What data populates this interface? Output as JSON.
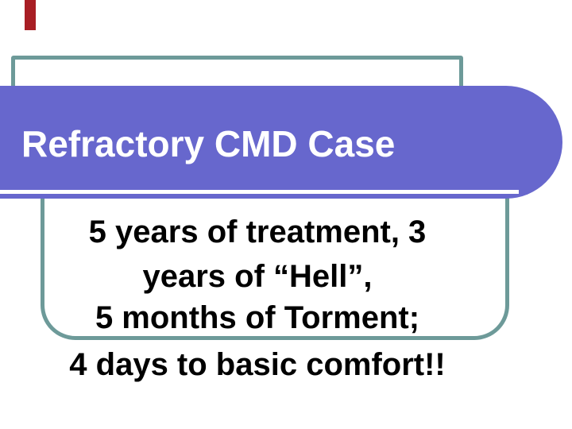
{
  "slide": {
    "title": "Refractory CMD Case",
    "body_lines": [
      "5 years of treatment, 3",
      "years of “Hell”,",
      "5 months of Torment;",
      "4 days to basic comfort!!"
    ],
    "colors": {
      "banner_purple": "#6767cd",
      "border_teal": "#6d9a99",
      "accent_red": "#a81e24",
      "title_text": "#ffffff",
      "body_text": "#000000",
      "background": "#ffffff"
    }
  }
}
